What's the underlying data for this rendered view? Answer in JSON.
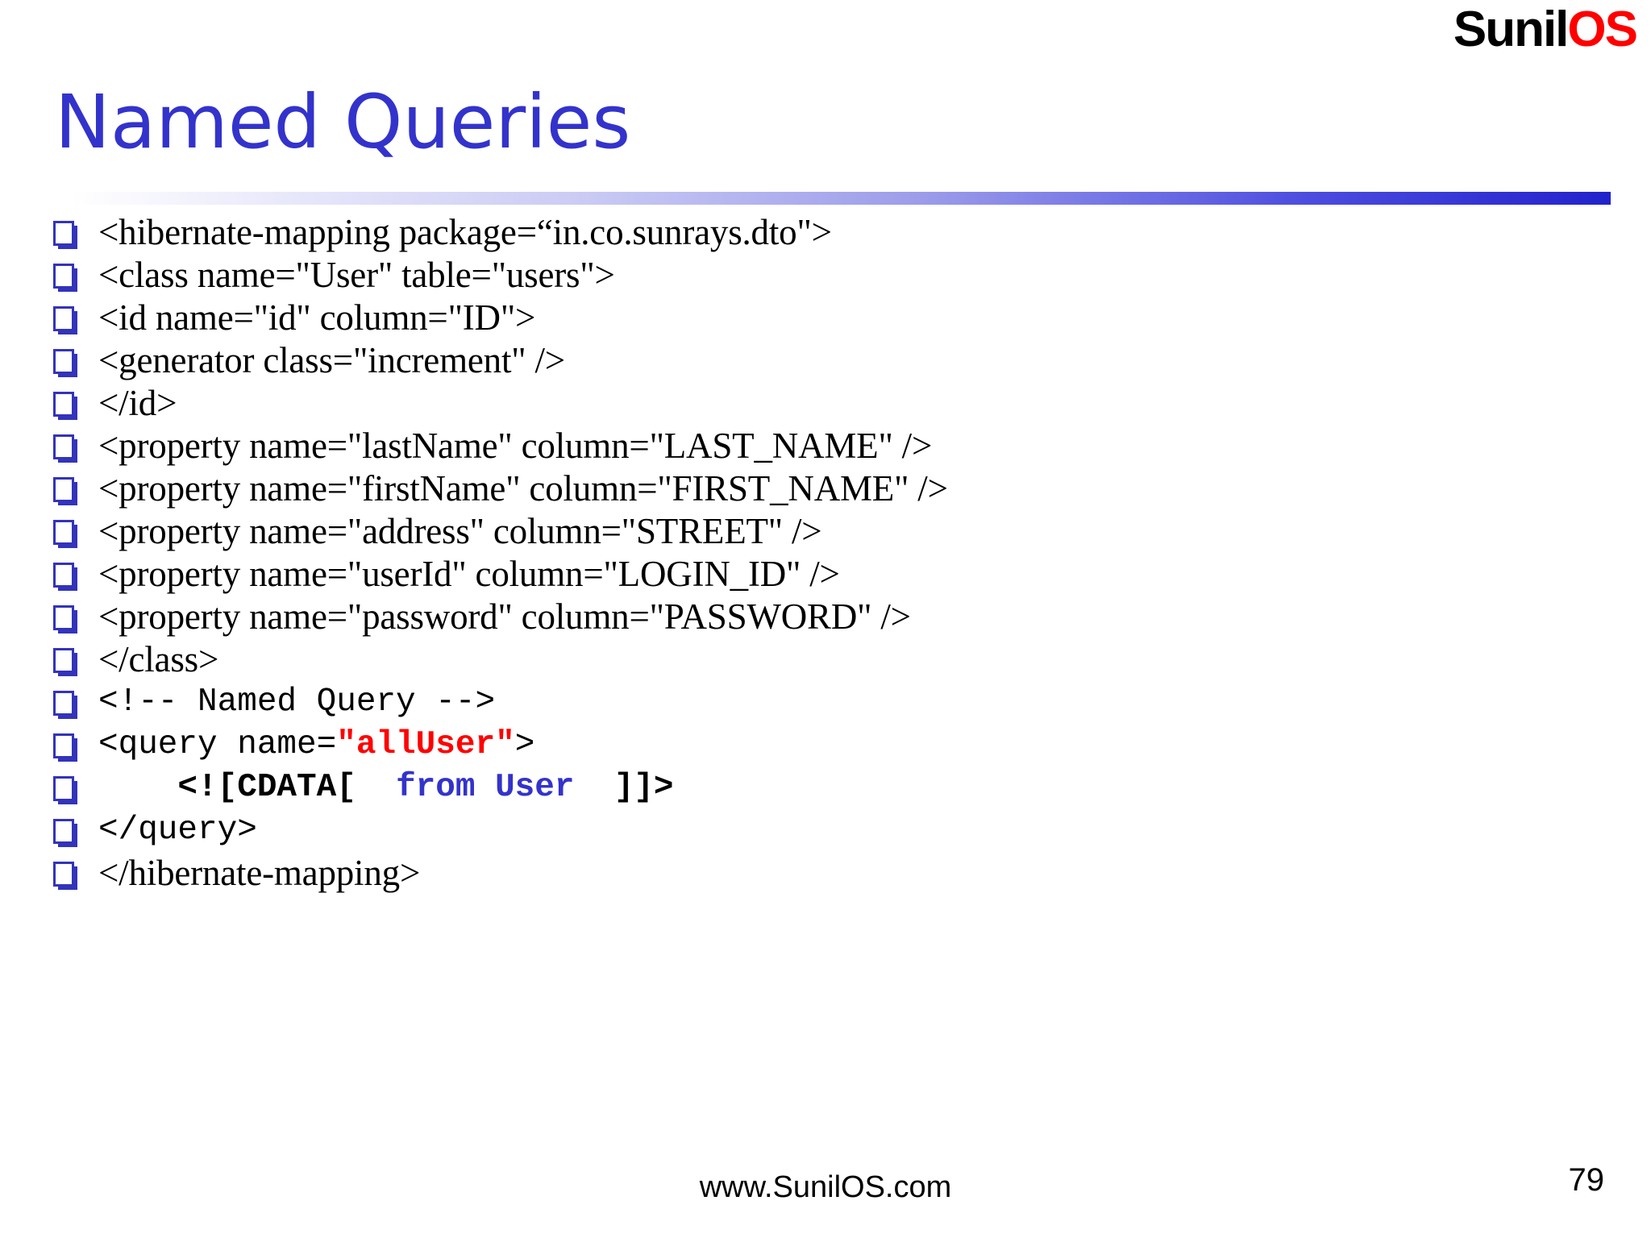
{
  "logo": {
    "part_dark": "Sunil",
    "part_accent": "OS",
    "accent_color": "#ff0000",
    "dark_color": "#000000"
  },
  "title": "Named Queries",
  "title_color": "#3333cc",
  "divider": {
    "gradient_from": "#ffffff",
    "gradient_to": "#2222cc"
  },
  "bullet": {
    "glyph": "square-outline",
    "color": "#3333bb"
  },
  "code_lines": [
    {
      "style": "serif",
      "text": "<hibernate-mapping package=“in.co.sunrays.dto\">"
    },
    {
      "style": "serif",
      "text": "<class name=\"User\" table=\"users\">"
    },
    {
      "style": "serif",
      "text": "<id name=\"id\" column=\"ID\">"
    },
    {
      "style": "serif",
      "text": "<generator class=\"increment\" />"
    },
    {
      "style": "serif",
      "text": "</id>"
    },
    {
      "style": "serif",
      "text": "<property name=\"lastName\" column=\"LAST_NAME\" />"
    },
    {
      "style": "serif",
      "text": "<property name=\"firstName\" column=\"FIRST_NAME\" />"
    },
    {
      "style": "serif",
      "text": "<property name=\"address\" column=\"STREET\" />"
    },
    {
      "style": "serif",
      "text": "<property name=\"userId\" column=\"LOGIN_ID\" />"
    },
    {
      "style": "serif",
      "text": "<property name=\"password\" column=\"PASSWORD\" />"
    },
    {
      "style": "serif",
      "text": "</class>"
    },
    {
      "style": "mono",
      "text": "<!-- Named Query -->"
    },
    {
      "style": "mono-rich",
      "segments": [
        {
          "text": "<query name=",
          "color": "black",
          "bold": false
        },
        {
          "text": "\"allUser\"",
          "color": "red",
          "bold": true
        },
        {
          "text": ">",
          "color": "black",
          "bold": false
        }
      ]
    },
    {
      "style": "mono-rich",
      "segments": [
        {
          "text": "    <![CDATA[  ",
          "color": "black",
          "bold": true
        },
        {
          "text": "from User",
          "color": "blue",
          "bold": true
        },
        {
          "text": "  ]]>",
          "color": "black",
          "bold": true
        }
      ]
    },
    {
      "style": "mono",
      "text": "</query>"
    },
    {
      "style": "serif",
      "text": "</hibernate-mapping>"
    }
  ],
  "footer": {
    "url": "www.SunilOS.com",
    "page_number": "79"
  }
}
